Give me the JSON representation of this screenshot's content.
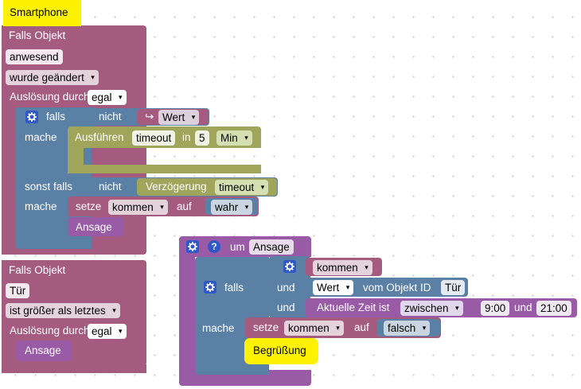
{
  "event1": {
    "title": "Smartphone",
    "header": "Falls Objekt",
    "object": "anwesend",
    "condition": "wurde geändert",
    "trigger_label": "Auslösung durch",
    "trigger_value": "egal"
  },
  "if1": {
    "falls": "falls",
    "nicht": "nicht",
    "arrow": "↪",
    "wert": "Wert",
    "mache": "mache",
    "ausfuehren": "Ausführen",
    "timeout": "timeout",
    "in": "in",
    "five": "5",
    "min": "Min",
    "sonst_falls": "sonst falls",
    "nicht2": "nicht",
    "verzoegerung": "Verzögerung",
    "timeout2": "timeout",
    "mache2": "mache",
    "setze": "setze",
    "kommen": "kommen",
    "auf": "auf",
    "wahr": "wahr",
    "ansage": "Ansage"
  },
  "event2": {
    "header": "Falls Objekt",
    "object": "Tür",
    "condition": "ist größer als letztes",
    "trigger_label": "Auslösung durch",
    "trigger_value": "egal",
    "ansage": "Ansage"
  },
  "func": {
    "question": "?",
    "um": "um",
    "name": "Ansage",
    "kommen": "kommen",
    "falls": "falls",
    "und1": "und",
    "wert": "Wert",
    "vom_objekt": "vom Objekt ID",
    "tuer": "Tür",
    "und2": "und",
    "aktuelle_zeit": "Aktuelle Zeit ist",
    "zwischen": "zwischen",
    "time_from": "9:00",
    "und3": "und",
    "time_to": "21:00",
    "mache": "mache",
    "setze": "setze",
    "kommen2": "kommen",
    "auf": "auf",
    "falsch": "falsch",
    "begruessung": "Begrüßung"
  },
  "icons": {
    "gear": "gear-icon",
    "question": "question-icon",
    "caret": "▾",
    "arrow": "return-arrow-icon"
  },
  "colors": {
    "event_block": "#a55b80",
    "logic_block": "#5b80a5",
    "timeout_block": "#9fa55b",
    "function_block": "#995ba5",
    "highlight": "#fff200",
    "gear_badge": "#2e57c8"
  }
}
